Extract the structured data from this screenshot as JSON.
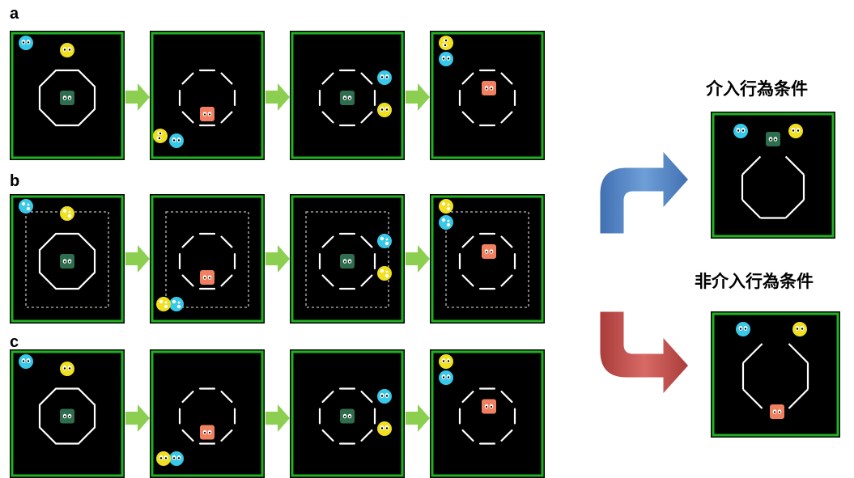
{
  "rows": [
    {
      "label": "a",
      "frames": [
        {
          "shape": "octagon-solid",
          "dashed_box": false,
          "agent": "green",
          "cyan": "top-left",
          "yellow": "top-center"
        },
        {
          "shape": "octagon-dashed",
          "dashed_box": false,
          "agent": "orange",
          "cyan": "bottom-left-pair",
          "yellow": "bottom-left-tilted"
        },
        {
          "shape": "octagon-dashed",
          "dashed_box": false,
          "agent": "green",
          "cyan": "right-upper",
          "yellow": "right-lower"
        },
        {
          "shape": "octagon-dashed",
          "dashed_box": false,
          "agent": "orange",
          "cyan": "top-left-stack",
          "yellow": "top-left-tilted"
        }
      ]
    },
    {
      "label": "b",
      "frames": [
        {
          "shape": "octagon-solid",
          "dashed_box": true,
          "agent": "green",
          "cyan": "top-left",
          "yellow": "top-center"
        },
        {
          "shape": "octagon-dashed",
          "dashed_box": true,
          "agent": "orange",
          "cyan": "bottom-left-pair",
          "yellow": "bottom-left"
        },
        {
          "shape": "octagon-dashed",
          "dashed_box": true,
          "agent": "green",
          "cyan": "right-upper",
          "yellow": "right-lower"
        },
        {
          "shape": "octagon-dashed",
          "dashed_box": true,
          "agent": "orange",
          "cyan": "top-left-stack",
          "yellow": "top-left"
        }
      ]
    },
    {
      "label": "c",
      "frames": [
        {
          "shape": "octagon-solid",
          "dashed_box": false,
          "agent": "green",
          "cyan": "top-left",
          "yellow": "top-center"
        },
        {
          "shape": "octagon-dashed",
          "dashed_box": false,
          "agent": "orange",
          "cyan": "bottom-left-pair",
          "yellow": "bottom-left"
        },
        {
          "shape": "octagon-dashed",
          "dashed_box": false,
          "agent": "green",
          "cyan": "right-upper",
          "yellow": "right-lower"
        },
        {
          "shape": "octagon-dashed",
          "dashed_box": false,
          "agent": "orange",
          "cyan": "top-left-stack",
          "yellow": "top-left"
        }
      ]
    }
  ],
  "conditions": {
    "intervention": {
      "label": "介入行為条件",
      "arrow_color": "#4f7fbf"
    },
    "non_intervention": {
      "label": "非介入行為条件",
      "arrow_color": "#c0504d"
    }
  },
  "colors": {
    "frame_border": "#22b022",
    "background": "#000000",
    "cyan_agent": "#38c8e8",
    "yellow_agent": "#f0e020",
    "green_agent": "#2e6e4e",
    "orange_agent": "#f08060",
    "step_arrow": "#8ccf50"
  }
}
